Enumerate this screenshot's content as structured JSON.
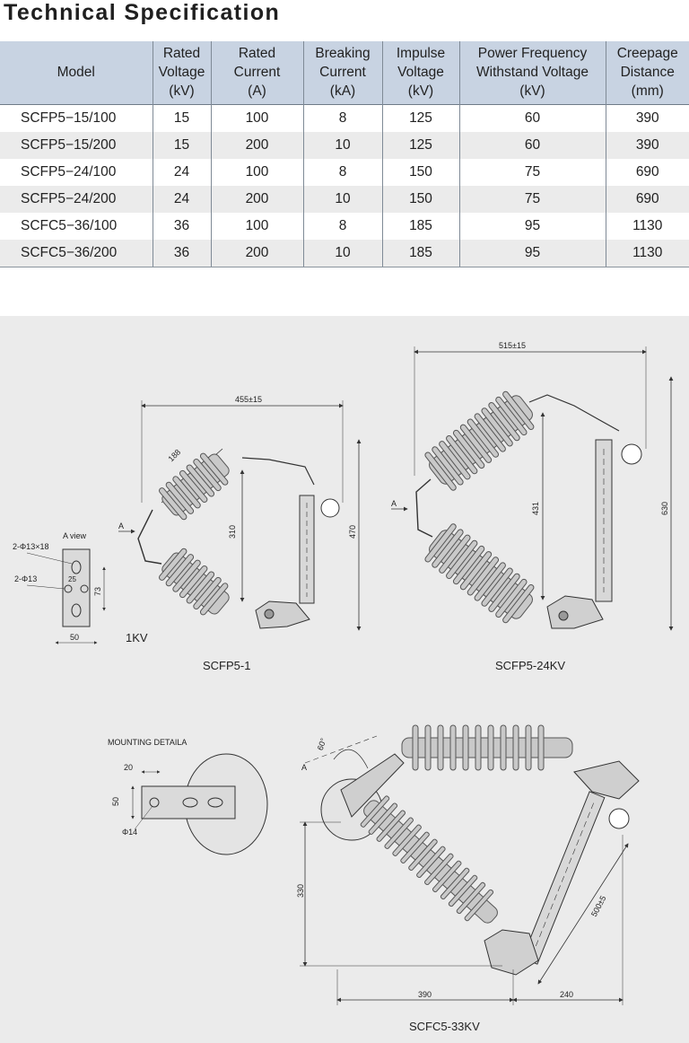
{
  "title": "Technical Specification",
  "table": {
    "headers": [
      [
        "Model"
      ],
      [
        "Rated",
        "Voltage",
        "(kV)"
      ],
      [
        "Rated",
        "Current",
        "(A)"
      ],
      [
        "Breaking",
        "Current",
        "(kA)"
      ],
      [
        "Impulse",
        "Voltage",
        "(kV)"
      ],
      [
        "Power Frequency",
        "Withstand Voltage",
        "(kV)"
      ],
      [
        "Creepage",
        "Distance",
        "(mm)"
      ]
    ],
    "rows": [
      [
        "SCFP5−15/100",
        "15",
        "100",
        "8",
        "125",
        "60",
        "390"
      ],
      [
        "SCFP5−15/200",
        "15",
        "200",
        "10",
        "125",
        "60",
        "390"
      ],
      [
        "SCFP5−24/100",
        "24",
        "100",
        "8",
        "150",
        "75",
        "690"
      ],
      [
        "SCFP5−24/200",
        "24",
        "200",
        "10",
        "150",
        "75",
        "690"
      ],
      [
        "SCFC5−36/100",
        "36",
        "100",
        "8",
        "185",
        "95",
        "1130"
      ],
      [
        "SCFC5−36/200",
        "36",
        "200",
        "10",
        "185",
        "95",
        "1130"
      ]
    ]
  },
  "drawings": {
    "scfp5_1": {
      "caption": "SCFP5-1",
      "width_dim": "455±15",
      "insulator_dim": "188",
      "inner_height_dim": "310",
      "height_dim": "470",
      "arrow_label": "A",
      "rating_label": "1KV"
    },
    "a_view": {
      "title": "A view",
      "slot_label": "2-Φ13×18",
      "hole_label": "2-Φ13",
      "spacing_dim": "25",
      "height_dim": "73",
      "width_dim": "50"
    },
    "scfp5_24": {
      "caption": "SCFP5-24KV",
      "width_dim": "515±15",
      "inner_height_dim": "431",
      "height_dim": "630",
      "arrow_label": "A"
    },
    "mounting": {
      "title": "MOUNTING DETAILA",
      "top_dim": "20",
      "side_dim": "50",
      "hole_dim": "Φ14"
    },
    "scfc5_33": {
      "caption": "SCFC5-33KV",
      "angle_dim": "60°",
      "arrow_label": "A",
      "height_dim": "330",
      "tube_dim": "500±5",
      "bottom_left_dim": "390",
      "bottom_right_dim": "240"
    }
  }
}
